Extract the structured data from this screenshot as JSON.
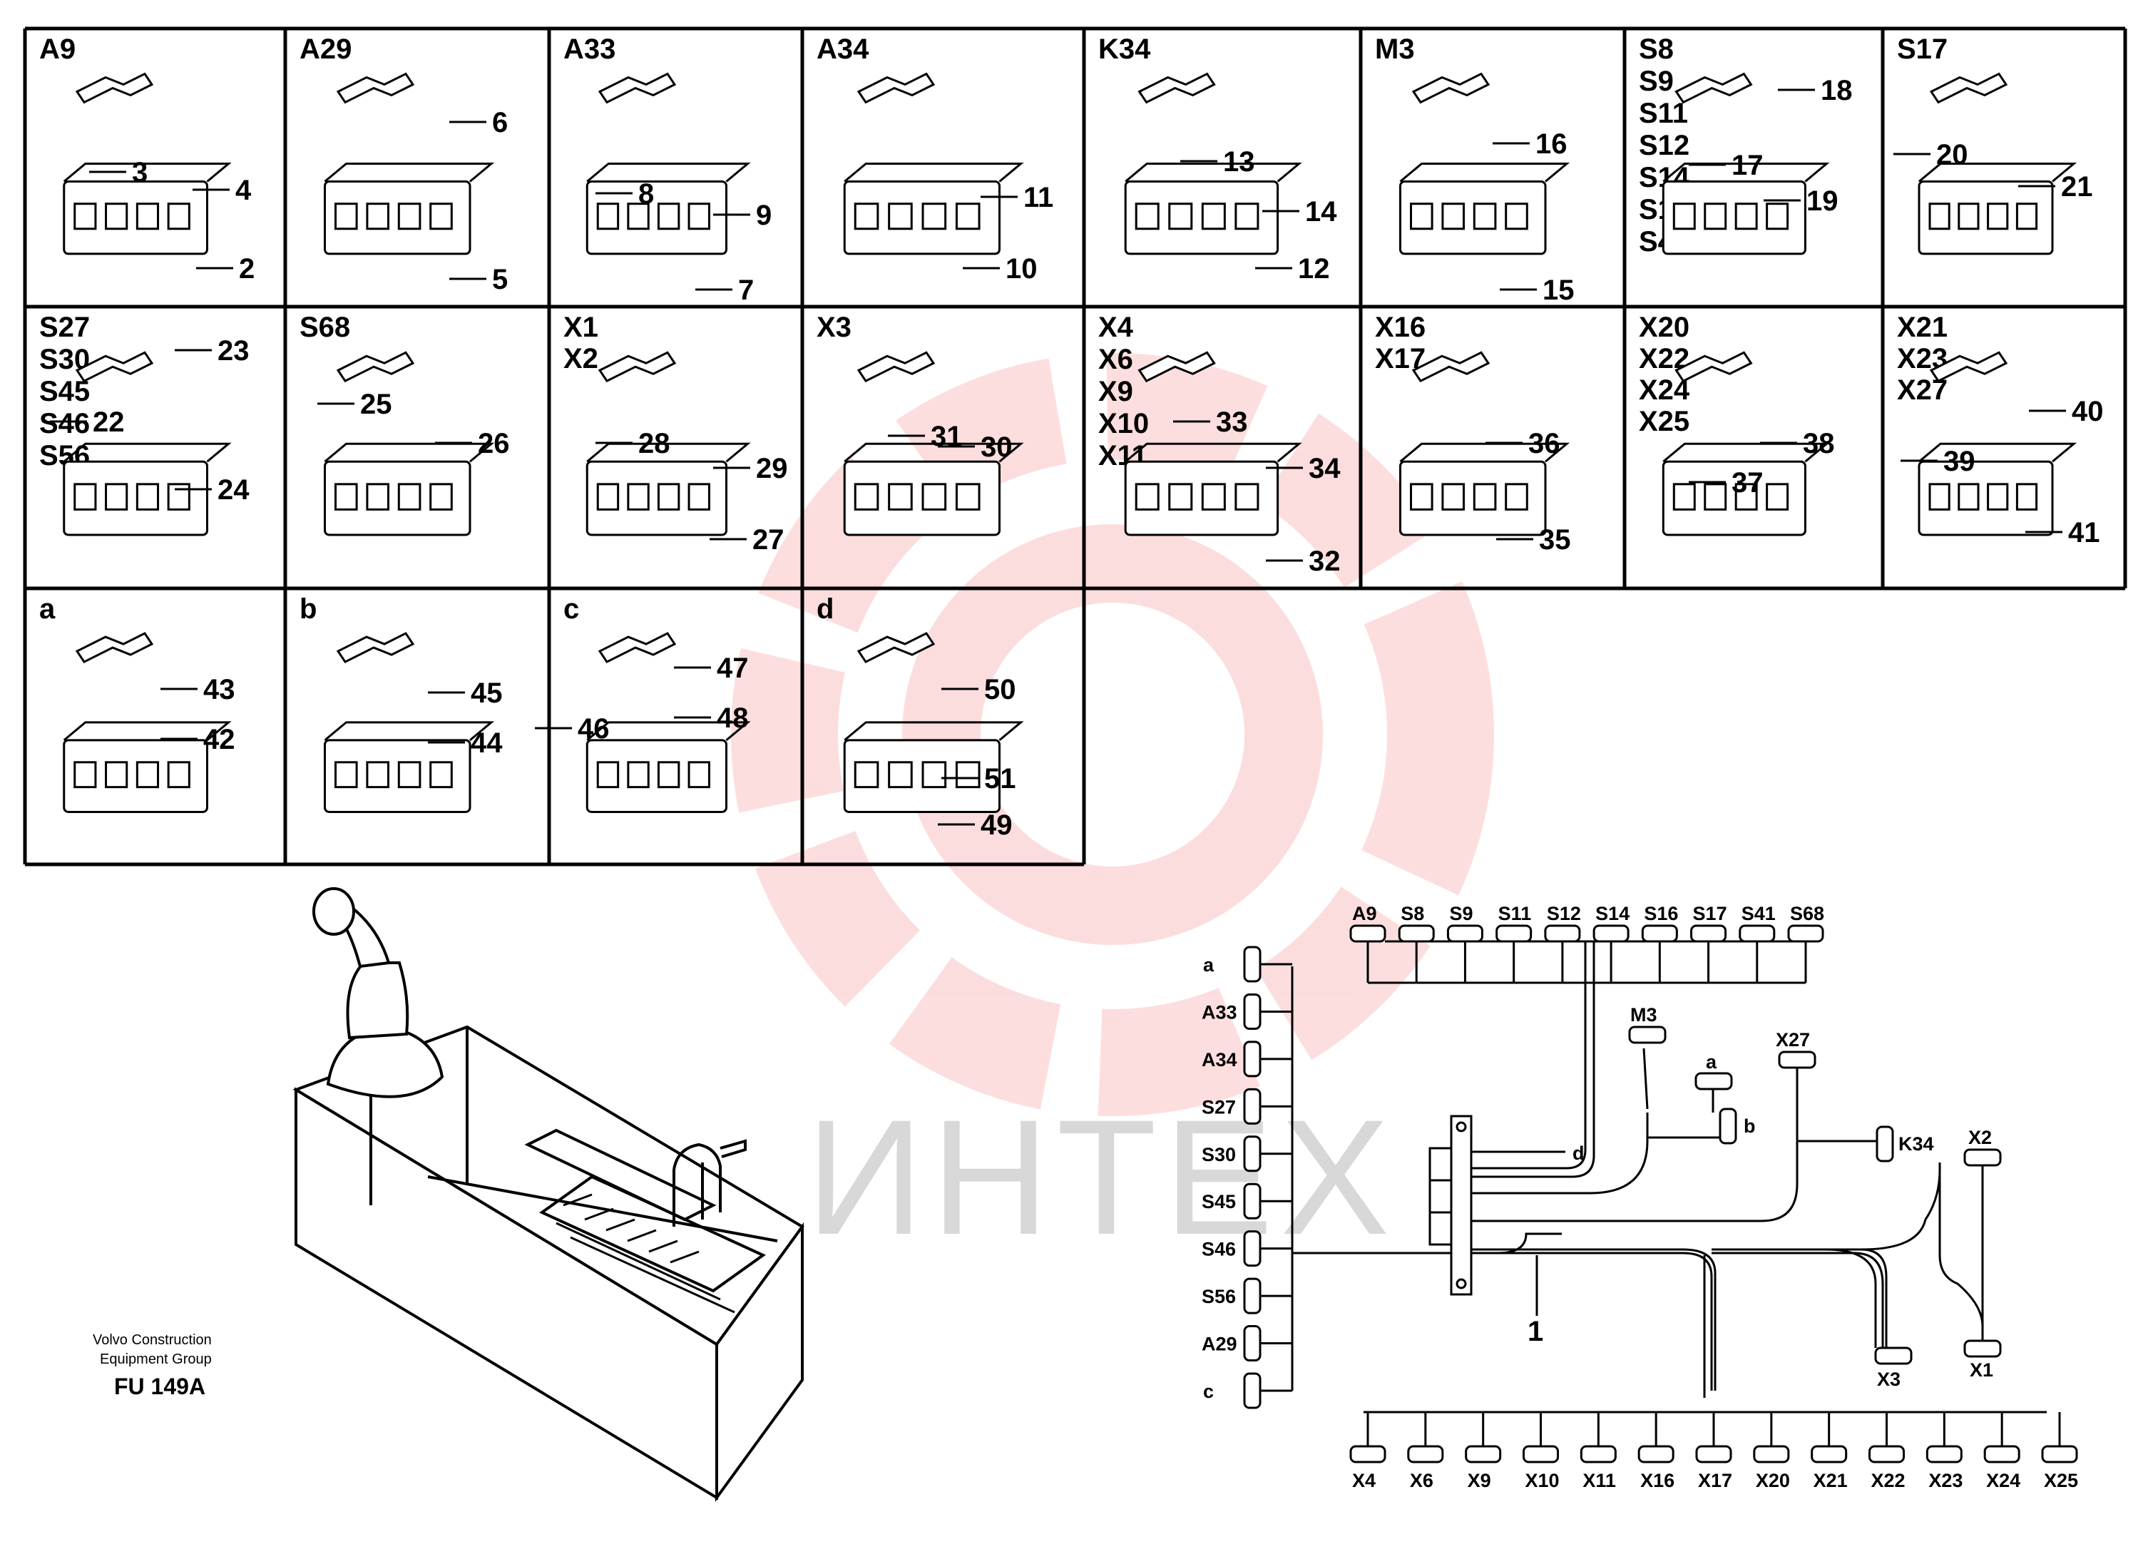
{
  "grid_cells": [
    {
      "title": [
        "A9"
      ],
      "callouts": [
        "3",
        "4",
        "2"
      ]
    },
    {
      "title": [
        "A29"
      ],
      "callouts": [
        "6",
        "5"
      ]
    },
    {
      "title": [
        "A33"
      ],
      "callouts": [
        "8",
        "9",
        "7"
      ]
    },
    {
      "title": [
        "A34"
      ],
      "callouts": [
        "11",
        "10"
      ]
    },
    {
      "title": [
        "K34"
      ],
      "callouts": [
        "13",
        "14",
        "12"
      ]
    },
    {
      "title": [
        "M3"
      ],
      "callouts": [
        "16",
        "15"
      ]
    },
    {
      "title": [
        "S8",
        "S9",
        "S11",
        "S12",
        "S14",
        "S16",
        "S41"
      ],
      "callouts": [
        "18",
        "17",
        "19"
      ]
    },
    {
      "title": [
        "S17"
      ],
      "callouts": [
        "20",
        "21"
      ]
    },
    {
      "title": [
        "S27",
        "S30",
        "S45",
        "S46",
        "S56"
      ],
      "callouts": [
        "23",
        "22",
        "24"
      ]
    },
    {
      "title": [
        "S68"
      ],
      "callouts": [
        "25",
        "26"
      ]
    },
    {
      "title": [
        "X1",
        "X2"
      ],
      "callouts": [
        "28",
        "29",
        "27"
      ]
    },
    {
      "title": [
        "X3"
      ],
      "callouts": [
        "31",
        "30"
      ]
    },
    {
      "title": [
        "X4",
        "X6",
        "X9",
        "X10",
        "X11"
      ],
      "callouts": [
        "33",
        "34",
        "32"
      ]
    },
    {
      "title": [
        "X16",
        "X17"
      ],
      "callouts": [
        "36",
        "35"
      ]
    },
    {
      "title": [
        "X20",
        "X22",
        "X24",
        "X25"
      ],
      "callouts": [
        "38",
        "37"
      ]
    },
    {
      "title": [
        "X21",
        "X23",
        "X27"
      ],
      "callouts": [
        "40",
        "39",
        "41"
      ]
    },
    {
      "title": [
        "a"
      ],
      "callouts": [
        "43",
        "42"
      ]
    },
    {
      "title": [
        "b"
      ],
      "callouts": [
        "45",
        "44"
      ]
    },
    {
      "title": [
        "c"
      ],
      "callouts": [
        "47",
        "48",
        "46"
      ]
    },
    {
      "title": [
        "d"
      ],
      "callouts": [
        "50",
        "51",
        "49"
      ]
    }
  ],
  "schematic": {
    "top_connectors": [
      "A9",
      "S8",
      "S9",
      "S11",
      "S12",
      "S14",
      "S16",
      "S17",
      "S41",
      "S68"
    ],
    "left_connectors": [
      "a",
      "A33",
      "A34",
      "S27",
      "S30",
      "S45",
      "S46",
      "S56",
      "A29",
      "c"
    ],
    "bottom_connectors": [
      "X4",
      "X6",
      "X9",
      "X10",
      "X11",
      "X16",
      "X17",
      "X20",
      "X21",
      "X22",
      "X23",
      "X24",
      "X25"
    ],
    "branch_labels": {
      "m3": "M3",
      "a": "a",
      "b": "b",
      "x27": "X27",
      "k34": "K34",
      "d": "d",
      "x2": "X2",
      "x3": "X3",
      "x1": "X1"
    },
    "harness_callout": "1"
  },
  "caption": {
    "line1": "Volvo Construction",
    "line2": "Equipment Group",
    "code": "FU 149A"
  },
  "watermark": {
    "text": "ИНТЕХ",
    "color": "#f03030"
  }
}
